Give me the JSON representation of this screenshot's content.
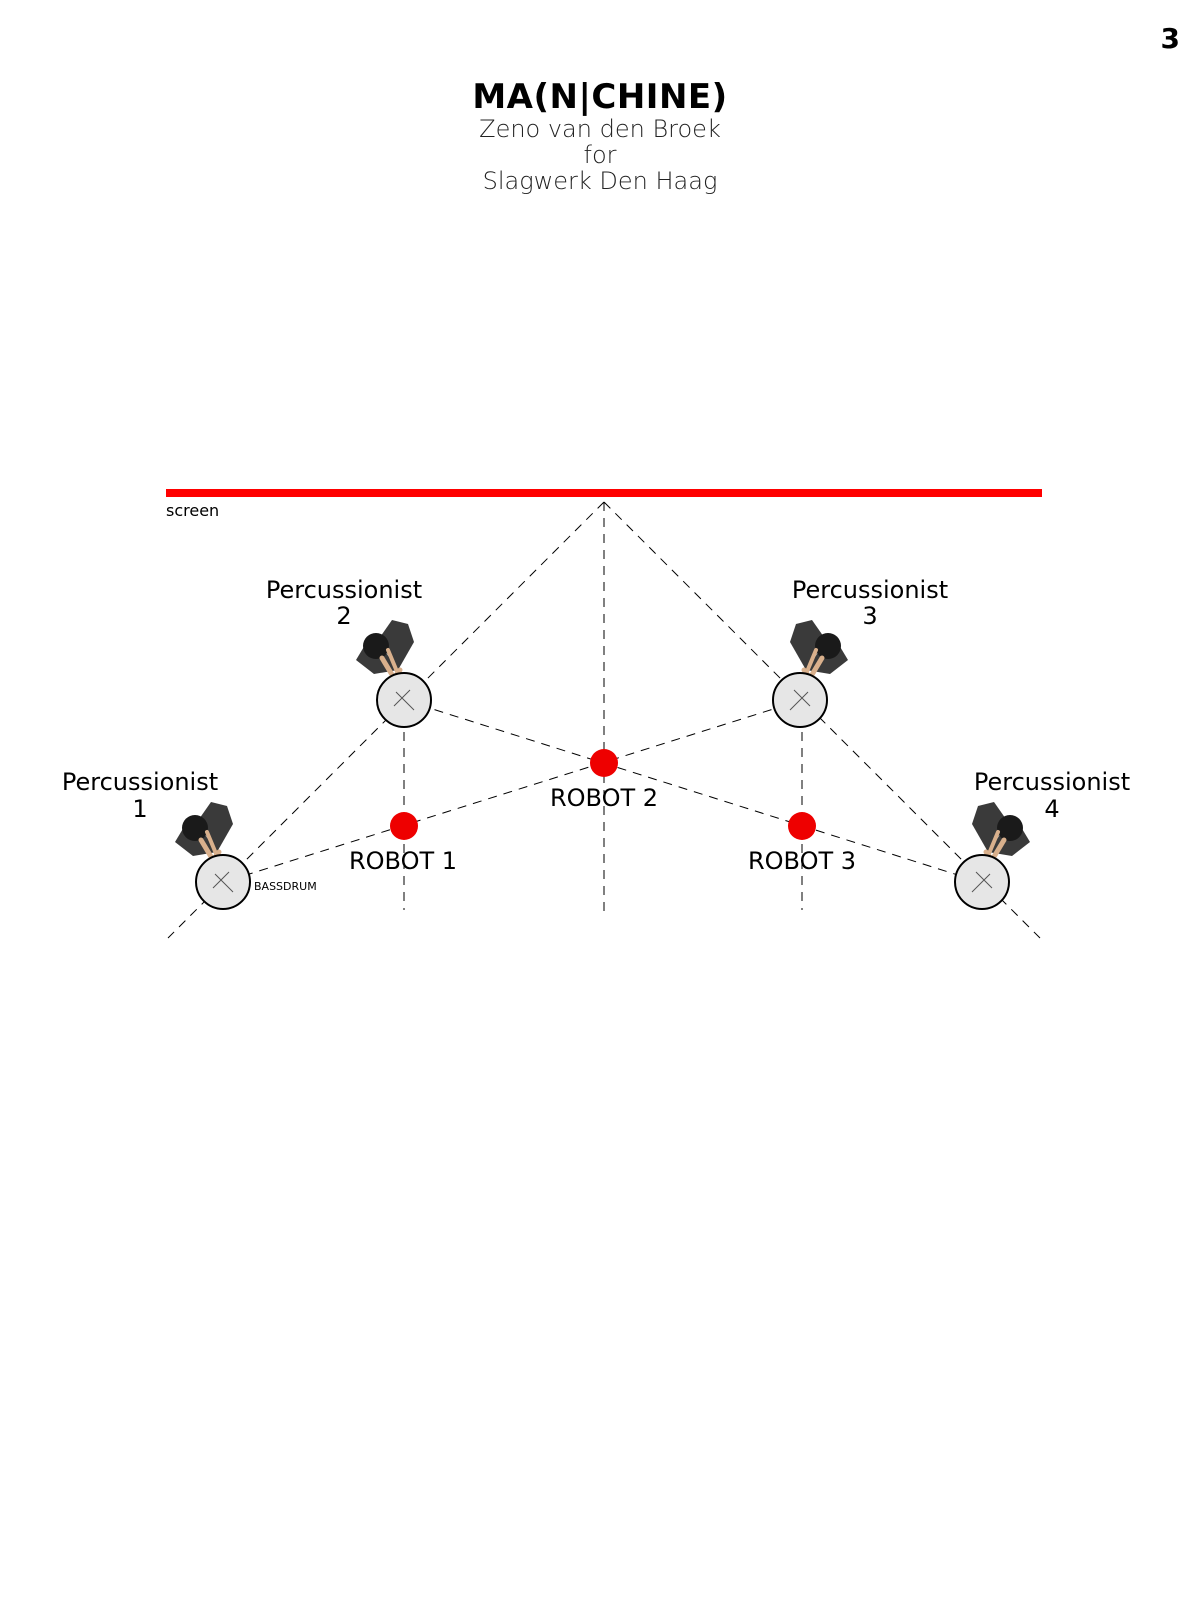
{
  "page_number": "3",
  "header": {
    "title": "MA(N|CHINE)",
    "composer": "Zeno van den Broek",
    "for": "for",
    "ensemble": "Slagwerk Den Haag"
  },
  "stage": {
    "screen_label": "screen",
    "screen_color": "#ff0000",
    "robot_color": "#ee0000",
    "percussionists": [
      {
        "name": "Percussionist",
        "number": "1",
        "instrument_label": "BASSDRUM"
      },
      {
        "name": "Percussionist",
        "number": "2"
      },
      {
        "name": "Percussionist",
        "number": "3"
      },
      {
        "name": "Percussionist",
        "number": "4"
      }
    ],
    "robots": [
      {
        "label": "ROBOT 1"
      },
      {
        "label": "ROBOT 2"
      },
      {
        "label": "ROBOT 3"
      }
    ]
  }
}
